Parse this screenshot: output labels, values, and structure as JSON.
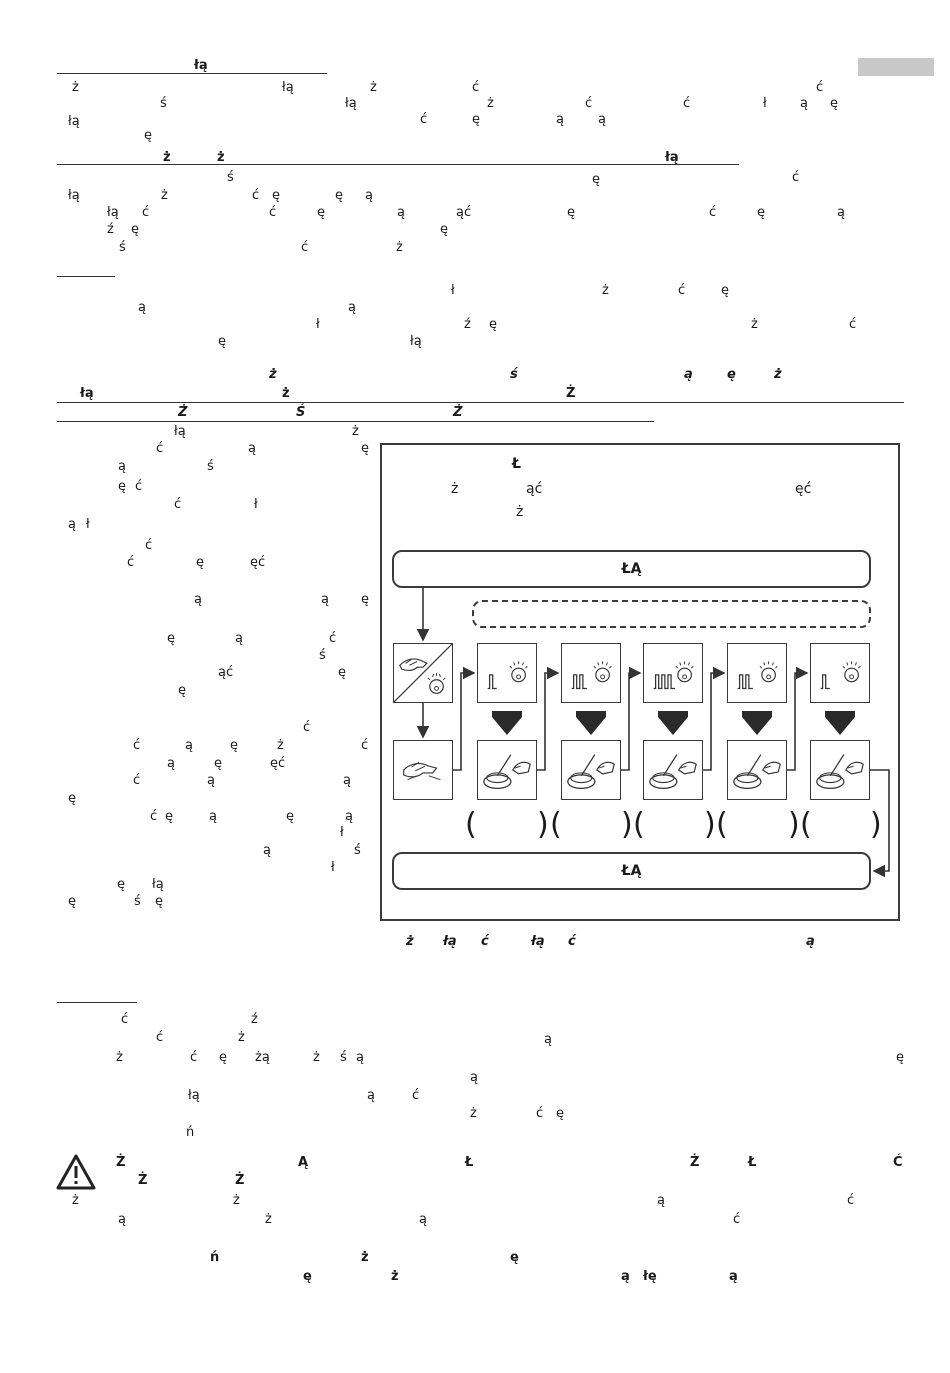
{
  "tab_marker": "",
  "sec1": {
    "heading": "łą",
    "lines": [
      [
        "ż",
        "łą",
        "ż",
        "ć",
        "ć"
      ],
      [
        "ś",
        "łą",
        "ż",
        "ć",
        "ć",
        "ł",
        "ą",
        "ę"
      ],
      [
        "łą",
        "ę",
        "ć",
        "ę",
        "ą",
        "ą"
      ]
    ]
  },
  "sec2": {
    "heading": [
      "ż",
      "ż",
      "łą"
    ],
    "lines": [
      [
        "ś",
        "ę",
        "ć"
      ],
      [
        "łą",
        "ż",
        "ć",
        "ę",
        "ę",
        "ą"
      ],
      [
        "łą",
        "ć",
        "ć",
        "ę",
        "ą",
        "ąć",
        "ę",
        "ć",
        "ę",
        "ą"
      ],
      [
        "ź",
        "ę",
        "ę"
      ],
      [
        "ś",
        "ć",
        "ż"
      ]
    ]
  },
  "sec3": {
    "lines": [
      [
        "ł",
        "ż",
        "ć",
        "ę"
      ],
      [
        "ą",
        "ą"
      ],
      [
        "ł",
        "ź",
        "ę",
        "ż",
        "ć"
      ],
      [
        "ę",
        "łą"
      ]
    ]
  },
  "sec4": {
    "head_line1": [
      "ż",
      "ś",
      "ą",
      "ę",
      "ż"
    ],
    "head_line2": [
      "łą",
      "ż",
      "Ż"
    ],
    "head_line3": [
      "Ż",
      "Ś",
      "Ż"
    ]
  },
  "left_col": [
    [
      "łą",
      "ż"
    ],
    [
      "ć",
      "ą",
      "ę"
    ],
    [
      "ą",
      "ś"
    ],
    [
      "ę",
      "ć"
    ],
    [
      "ć",
      "ł"
    ],
    [
      "ą",
      "ł"
    ],
    [
      "ć"
    ],
    [
      "ć",
      "ę",
      "ęć"
    ],
    [
      "ą",
      "ą",
      "ę"
    ],
    [
      "ę",
      "ą",
      "ć"
    ],
    [
      "ś"
    ],
    [
      "ąć",
      "ę"
    ],
    [
      "ę"
    ],
    [
      "ć"
    ],
    [
      "ć",
      "ą",
      "ę",
      "ż",
      "ć"
    ],
    [
      "ą",
      "ę",
      "ęć"
    ],
    [
      "ć",
      "ą",
      "ą"
    ],
    [
      "ę"
    ],
    [
      "ć",
      "ę",
      "ą",
      "ę",
      "ą"
    ],
    [
      "ł"
    ],
    [
      "ą",
      "ś"
    ],
    [
      "ł"
    ],
    [
      "ę",
      "łą"
    ],
    [
      "ę",
      "ś",
      "ę"
    ]
  ],
  "diagram": {
    "title": "Ł",
    "sub1": [
      "ż",
      "ąć",
      "ęć"
    ],
    "sub2": "ż",
    "top_bar": "ŁĄ",
    "bottom_bar": "ŁĄ",
    "pulses": [
      1,
      2,
      3,
      2,
      1
    ],
    "parens": [
      "(",
      ")",
      "(",
      ")",
      "(",
      ")",
      "(",
      ")",
      "(",
      ")"
    ]
  },
  "caption": [
    "ż",
    "łą",
    "ć",
    "łą",
    "ć",
    "ą"
  ],
  "sec5": {
    "lines": [
      [
        "ć",
        "ź"
      ],
      [
        "ć",
        "ż",
        "ą"
      ],
      [
        "ż",
        "ć",
        "ę",
        "żą",
        "ż",
        "ś",
        "ą",
        "ę"
      ],
      [
        "ą"
      ],
      [
        "łą",
        "ą",
        "ć"
      ],
      [
        "ż",
        "ć",
        "ę"
      ],
      [
        "ń"
      ]
    ]
  },
  "warning": {
    "icon": "warning-triangle-icon",
    "line1": [
      "Ż",
      "Ą",
      "Ł",
      "Ż",
      "Ł",
      "Ć"
    ],
    "line2": [
      "Ż",
      "Ż"
    ],
    "line3": [
      "ż",
      "ż",
      "ą",
      "ć"
    ],
    "line4": [
      "ą",
      "ż",
      "ą",
      "ć"
    ],
    "line5": [
      "ń",
      "ż",
      "ę"
    ],
    "line6": [
      "ę",
      "ż",
      "ą",
      "łę",
      "ą"
    ]
  }
}
